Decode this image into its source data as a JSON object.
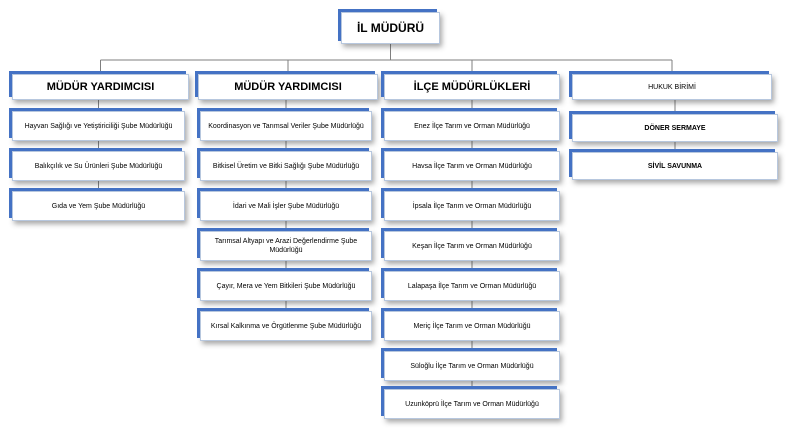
{
  "root": "İL MÜDÜRÜ",
  "columns": [
    {
      "head": "MÜDÜR YARDIMCISI",
      "items": [
        "Hayvan Sağlığı ve Yetiştiriciliği Şube Müdürlüğü",
        "Balıkçılık ve Su Ürünleri Şube Müdürlüğü",
        "Gıda ve Yem Şube Müdürlüğü"
      ]
    },
    {
      "head": "MÜDÜR YARDIMCISI",
      "items": [
        "Koordinasyon ve Tarımsal Veriler Şube Müdürlüğü",
        "Bitkisel Üretim ve Bitki Sağlığı Şube Müdürlüğü",
        "İdari ve Mali İşler Şube Müdürlüğü",
        "Tarımsal Altyapı ve Arazi Değerlendirme Şube Müdürlüğü",
        "Çayır, Mera ve Yem Bitkileri Şube Müdürlüğü",
        "Kırsal Kalkınma ve Örgütlenme Şube Müdürlüğü"
      ]
    },
    {
      "head": "İLÇE MÜDÜRLÜKLERİ",
      "items": [
        "Enez İlçe Tarım ve Orman Müdürlüğü",
        "Havsa İlçe Tarım ve Orman Müdürlüğü",
        "İpsala İlçe Tarım ve Orman Müdürlüğü",
        "Keşan İlçe Tarım ve Orman Müdürlüğü",
        "Lalapaşa İlçe Tarım ve Orman Müdürlüğü",
        "Meriç İlçe Tarım ve Orman Müdürlüğü",
        "Süloğlu İlçe Tarım ve Orman Müdürlüğü",
        "Uzunköprü İlçe Tarım ve Orman Müdürlüğü"
      ]
    },
    {
      "head": "HUKUK BİRİMİ",
      "items": [
        "DÖNER SERMAYE",
        "SİVİL SAVUNMA"
      ]
    }
  ],
  "colors": {
    "accent": "#4472c4",
    "connector": "#7f7f7f"
  }
}
